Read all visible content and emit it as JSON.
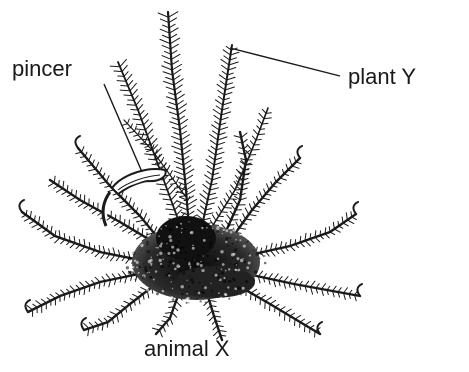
{
  "labels": {
    "pincer": "pincer",
    "plant": "plant Y",
    "animal": "animal X"
  },
  "colors": {
    "ink": "#1a1a1a",
    "background": "#ffffff"
  }
}
